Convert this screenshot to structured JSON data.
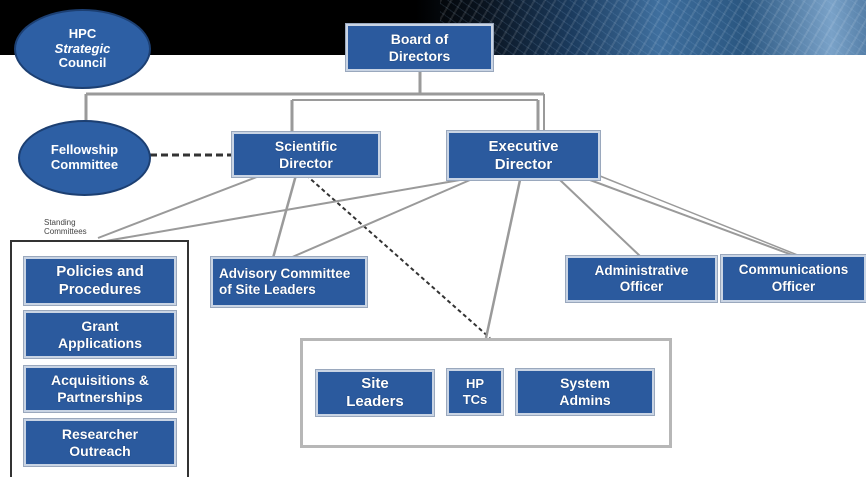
{
  "nodes": {
    "hpc_council": {
      "line1": "HPC",
      "line2": "Strategic",
      "line3": "Council"
    },
    "board": {
      "line1": "Board of",
      "line2": "Directors"
    },
    "fellowship": {
      "line1": "Fellowship",
      "line2": "Committee"
    },
    "scientific_director": {
      "line1": "Scientific",
      "line2": "Director"
    },
    "executive_director": {
      "line1": "Executive",
      "line2": "Director"
    },
    "standing_committees_label": {
      "line1": "Standing",
      "line2": "Committees"
    },
    "policies": {
      "line1": "Policies and",
      "line2": "Procedures"
    },
    "grant": {
      "line1": "Grant",
      "line2": "Applications"
    },
    "acquisitions": {
      "line1": "Acquisitions &",
      "line2": "Partnerships"
    },
    "researcher": {
      "line1": "Researcher",
      "line2": "Outreach"
    },
    "advisory": {
      "line1": "Advisory Committee",
      "line2": "of Site Leaders"
    },
    "administrative": {
      "line1": "Administrative",
      "line2": "Officer"
    },
    "communications": {
      "line1": "Communications",
      "line2": "Officer"
    },
    "site_leaders": {
      "line1": "Site",
      "line2": "Leaders"
    },
    "hp_tcs": {
      "line1": "HP",
      "line2": "TCs"
    },
    "system_admins": {
      "line1": "System",
      "line2": "Admins"
    }
  },
  "colors": {
    "box_fill": "#2b5a9e",
    "box_text": "#ffffff",
    "connector": "#9a9a9a",
    "banner": "#000000"
  }
}
